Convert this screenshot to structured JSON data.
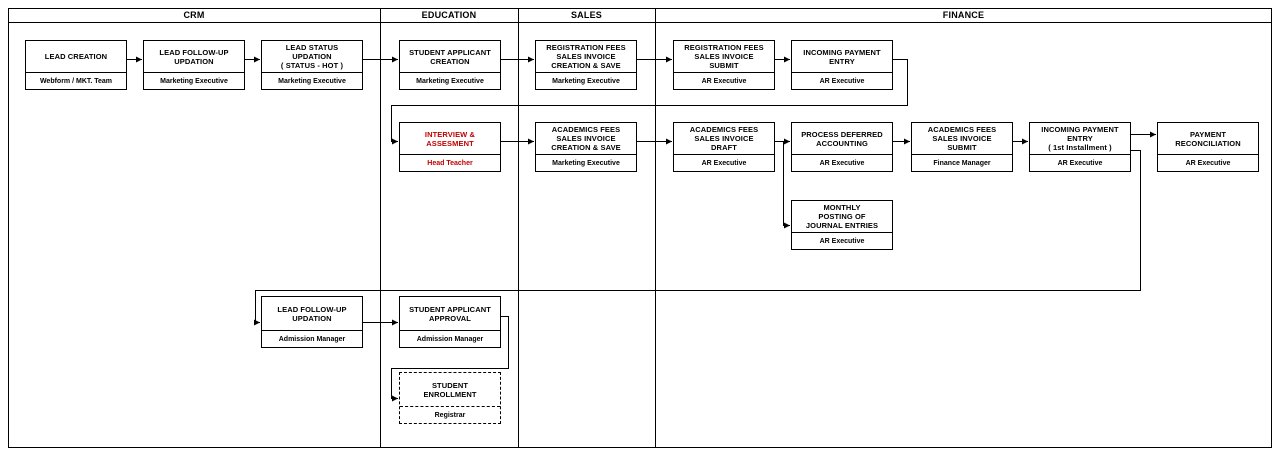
{
  "diagram": {
    "lanes": [
      {
        "label": "CRM"
      },
      {
        "label": "EDUCATION"
      },
      {
        "label": "SALES"
      },
      {
        "label": "FINANCE"
      }
    ],
    "nodes": [
      {
        "title": "LEAD CREATION",
        "role": "Webform / MKT. Team"
      },
      {
        "title": "LEAD FOLLOW-UP\nUPDATION",
        "role": "Marketing Executive"
      },
      {
        "title": "LEAD STATUS\nUPDATION\n( STATUS - HOT )",
        "role": "Marketing Executive"
      },
      {
        "title": "STUDENT APPLICANT\nCREATION",
        "role": "Marketing Executive"
      },
      {
        "title": "REGISTRATION FEES\nSALES INVOICE\nCREATION & SAVE",
        "role": "Marketing Executive"
      },
      {
        "title": "REGISTRATION FEES\nSALES INVOICE\nSUBMIT",
        "role": "AR Executive"
      },
      {
        "title": "INCOMING PAYMENT\nENTRY",
        "role": "AR Executive"
      },
      {
        "title": "INTERVIEW &\nASSESMENT",
        "role": "Head Teacher"
      },
      {
        "title": "ACADEMICS FEES\nSALES INVOICE\nCREATION & SAVE",
        "role": "Marketing Executive"
      },
      {
        "title": "ACADEMICS FEES\nSALES INVOICE\nDRAFT",
        "role": "AR Executive"
      },
      {
        "title": "PROCESS DEFERRED\nACCOUNTING",
        "role": "AR Executive"
      },
      {
        "title": "ACADEMICS FEES\nSALES INVOICE\nSUBMIT",
        "role": "Finance Manager"
      },
      {
        "title": "INCOMING PAYMENT\nENTRY\n( 1st Installment )",
        "role": "AR Executive"
      },
      {
        "title": "PAYMENT\nRECONCILIATION",
        "role": "AR Executive"
      },
      {
        "title": "MONTHLY\nPOSTING OF\nJOURNAL ENTRIES",
        "role": "AR Executive"
      },
      {
        "title": "LEAD FOLLOW-UP\nUPDATION",
        "role": "Admission Manager"
      },
      {
        "title": "STUDENT APPLICANT\nAPPROVAL",
        "role": "Admission Manager"
      },
      {
        "title": "STUDENT\nENROLLMENT",
        "role": "Registrar"
      }
    ],
    "colors": {
      "highlight_text": "#c00000",
      "line": "#000000",
      "background": "#ffffff"
    }
  }
}
